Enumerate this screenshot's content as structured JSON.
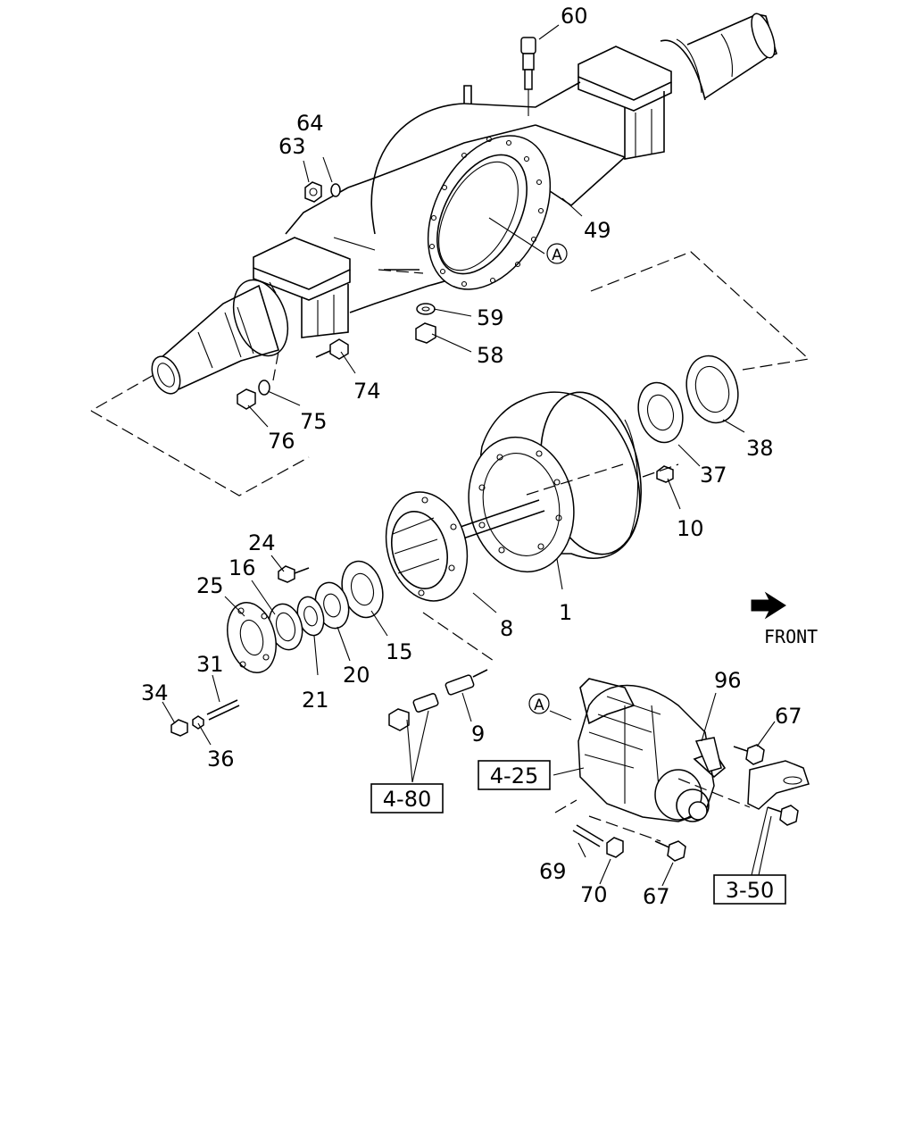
{
  "diagram": {
    "callouts": {
      "c60": "60",
      "c64": "64",
      "c63": "63",
      "c49": "49",
      "c59": "59",
      "c58": "58",
      "c74": "74",
      "c75": "75",
      "c76": "76",
      "c38": "38",
      "c37": "37",
      "c10": "10",
      "c1": "1",
      "c8": "8",
      "c15": "15",
      "c20": "20",
      "c21": "21",
      "c24": "24",
      "c16": "16",
      "c25": "25",
      "c31": "31",
      "c34": "34",
      "c36": "36",
      "c9": "9",
      "c96": "96",
      "c67a": "67",
      "c67b": "67",
      "c69": "69",
      "c70": "70"
    },
    "ref_marks": {
      "a_top": "A",
      "a_bottom": "A"
    },
    "ref_boxes": {
      "b480": "4-80",
      "b425": "4-25",
      "b350": "3-50"
    },
    "front_label": "FRONT"
  }
}
